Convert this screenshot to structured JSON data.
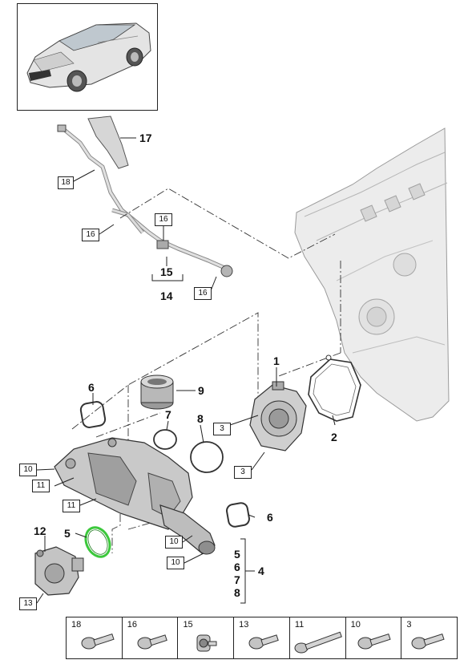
{
  "callouts": {
    "c17": "17",
    "c15": "15",
    "c14": "14",
    "c1": "1",
    "c2": "2",
    "c6a": "6",
    "c9": "9",
    "c7": "7",
    "c8": "8",
    "c12": "12",
    "c5": "5",
    "c6b": "6",
    "c4": "4",
    "g5": "5",
    "g6": "6",
    "g7": "7",
    "g8": "8"
  },
  "boxes": {
    "b18": "18",
    "b16a": "16",
    "b16b": "16",
    "b16c": "16",
    "b3a": "3",
    "b3b": "3",
    "b10a": "10",
    "b11a": "11",
    "b11b": "11",
    "b10b": "10",
    "b10c": "10",
    "b13": "13"
  },
  "legend": [
    "18",
    "16",
    "15",
    "13",
    "11",
    "10",
    "3"
  ],
  "colors": {
    "line": "#222222",
    "part_fill": "#d8d8d8",
    "part_dark": "#9a9a9a",
    "highlight": "#3cc83c"
  }
}
